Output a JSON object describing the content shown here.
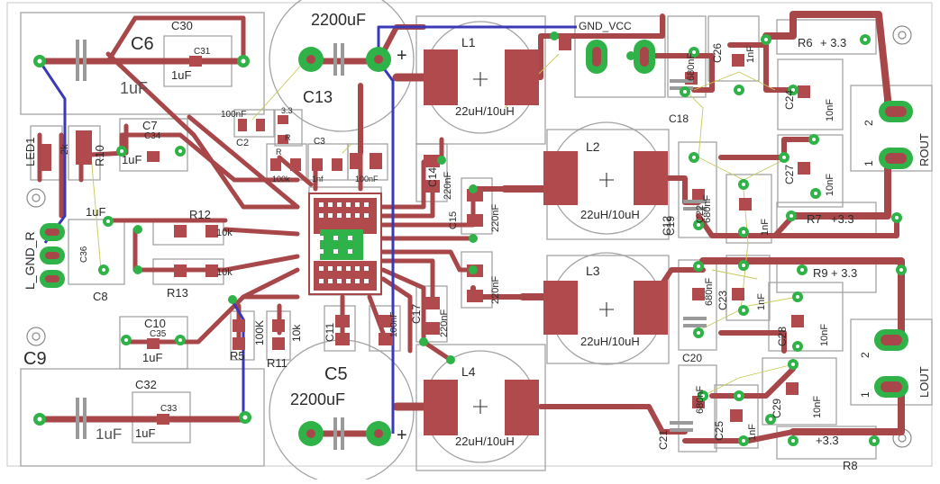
{
  "colors": {
    "background": "#ffffff",
    "trace": "#a8474a",
    "trace_bottom": "#3a3ab8",
    "pad": "#b04a4d",
    "via": "#2fb247",
    "outline": "#9a9a9a",
    "text": "#2b2b2b",
    "airwire": "#c8c85a"
  },
  "labels": {
    "c6": "C6",
    "c6_val": "1uF",
    "c30": "C30",
    "c31": "C31",
    "c31_val": "1uF",
    "c13": "C13",
    "c13_val": "2200uF",
    "c5": "C5",
    "c5_val": "2200uF",
    "led1": "LED1",
    "r10": "R10",
    "r10_val": "2k",
    "c7": "C7",
    "c34": "C34",
    "c7_val": "1uF",
    "c2": "C2",
    "c2_val": "100nF",
    "r_top": "R",
    "r_top_val": "3.3",
    "c3": "C3",
    "r_small": "R",
    "r_small_val": "100k",
    "c_1nf": "1nf",
    "c_100nf": "100nF",
    "gnd_vcc": "GND_VCC",
    "l1": "L1",
    "l1_val": "22uH/10uH",
    "l2": "L2",
    "l2_val": "22uH/10uH",
    "l3": "L3",
    "l3_val": "22uH/10uH",
    "l4": "L4",
    "l4_val": "22uH/10uH",
    "c26": "C26",
    "c26_val": "1nF",
    "c_680": "680nF",
    "c18": "C18",
    "r6": "R6",
    "r6_val": "+ 3.3",
    "c24": "C24",
    "c24_val": "10nF",
    "rout": "ROUT",
    "lout": "LOUT",
    "c27": "C27",
    "c27_val": "10nF",
    "r7": "R7",
    "r7_val": "+3.3",
    "c19": "C19",
    "c19_val": "680nF",
    "c22": "C22",
    "c22_val": "1nF",
    "r9": "R9",
    "r9_val": "+  3.3",
    "c23": "C23",
    "c23_val": "1nF",
    "c680b": "680nF",
    "c28": "C28",
    "c28_val": "10nF",
    "c20": "C20",
    "c29": "C29",
    "c29_val": "10nF",
    "c21": "C21",
    "c21_val": "680nF",
    "c25": "C25",
    "c25_val": "1nF",
    "r8": "R8",
    "r8_val": "+3.3",
    "c14": "C14",
    "c14_val": "220nF",
    "c15": "C15",
    "c15_val": "220nF",
    "c16_val": "220nF",
    "c17": "C17",
    "c17_val": "220nF",
    "c11": "C11",
    "c11_val": "100nF",
    "l_gnd_r": "L_GND_R",
    "c36": "C36",
    "c8": "C8",
    "c8_val": "1uF",
    "r12": "R12",
    "r12_val": "10k",
    "r13": "R13",
    "r13_val": "10k",
    "c10": "C10",
    "c35": "C35",
    "c10_val": "1uF",
    "r5": "R5",
    "r5_val": "100K",
    "r11": "R11",
    "r11_val": "10k",
    "c9": "C9",
    "c32": "C32",
    "c33": "C33",
    "c32_val": "1uF",
    "c33_val": "1uF",
    "c12": "C12",
    "c12_val": "1nF",
    "pin1": "1",
    "pin2": "2",
    "pin1b": "1",
    "pin2b": "2",
    "plus": "+"
  }
}
